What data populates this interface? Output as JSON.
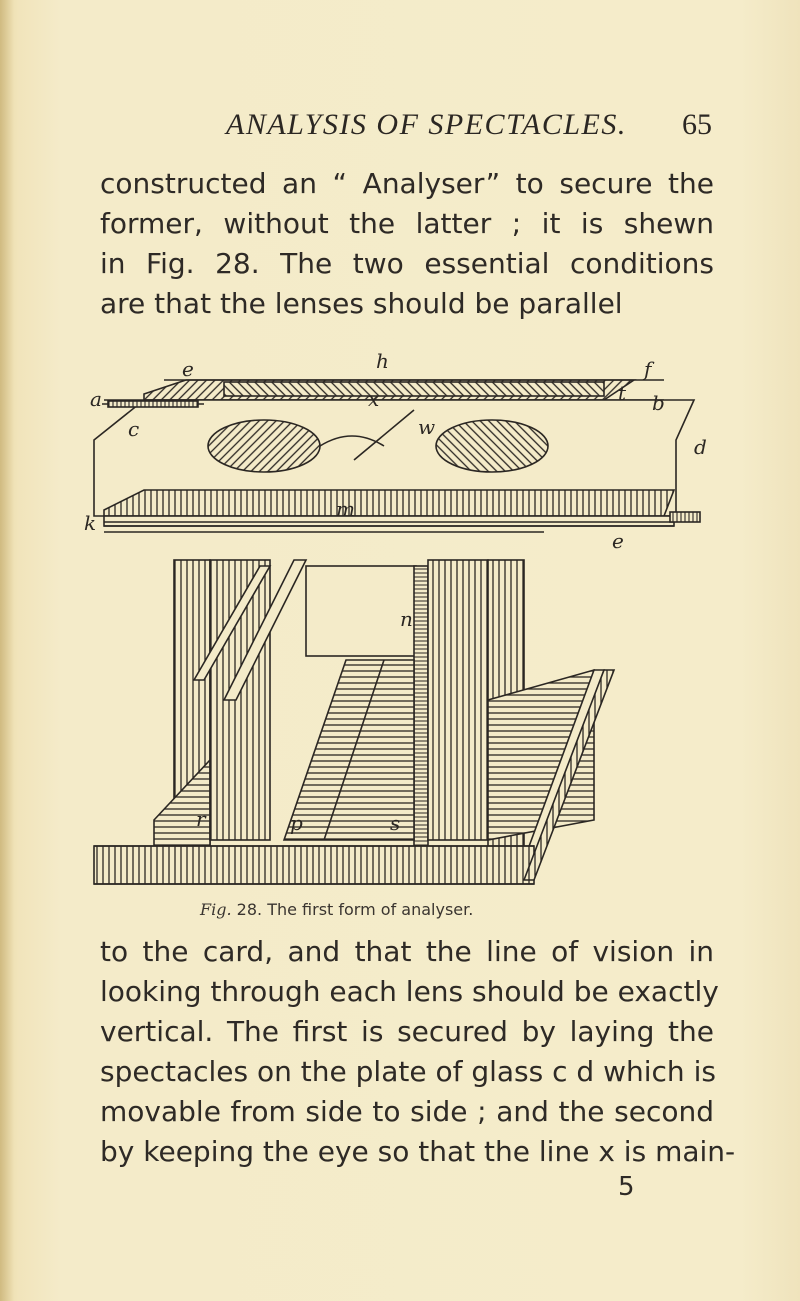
{
  "running_head": {
    "title": "ANALYSIS OF SPECTACLES.",
    "page_number": "65"
  },
  "paragraph_top": [
    "constructed an “ Analyser” to secure the",
    "former, without the latter ; it is shewn",
    "in Fig. 28. The two essential conditions",
    "are that the lenses should be parallel"
  ],
  "figure": {
    "letters": {
      "h": "h",
      "e_top": "e",
      "a": "a",
      "f": "f",
      "b": "b",
      "c": "c",
      "x": "x",
      "t": "t",
      "w": "w",
      "d": "d",
      "k": "k",
      "m": "m",
      "e_right": "e",
      "n": "n",
      "r": "r",
      "p": "p",
      "s": "s"
    },
    "caption_label": "Fig.",
    "caption_number": "28.",
    "caption_text": "The first form of analyser."
  },
  "paragraph_bottom": [
    "to the card, and that the line of vision in",
    "looking through each lens should be exactly",
    "vertical. The first is secured by laying the",
    "spectacles on the plate of glass c d which is",
    "movable from side to side ; and the second",
    "by keeping the eye so that the line x is main-"
  ],
  "signature_mark": "5"
}
